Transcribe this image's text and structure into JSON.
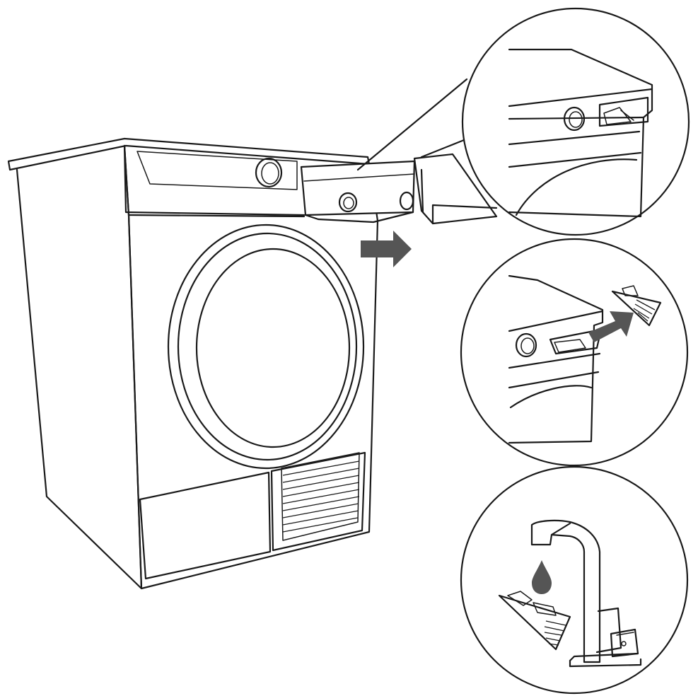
{
  "diagram": {
    "colors": {
      "line": "#1a1a1a",
      "arrow": "#555555",
      "background": "#ffffff"
    },
    "steps": [
      {
        "panel": "zoom-detail",
        "icon": "dispenser-drawer-closed-icon"
      },
      {
        "panel": "remove-drawer",
        "icon": "pull-out-arrow-icon"
      },
      {
        "panel": "rinse-drawer",
        "icon": "water-drop-icon"
      }
    ]
  }
}
